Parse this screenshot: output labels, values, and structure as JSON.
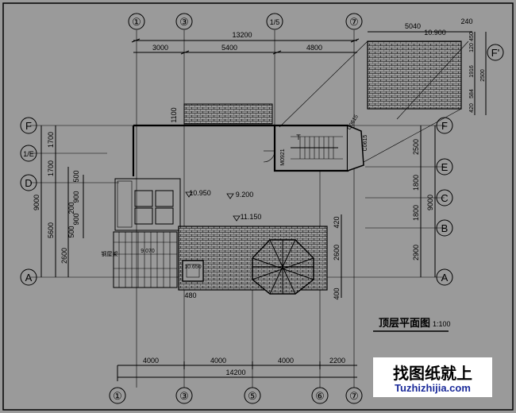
{
  "title": "顶层平面图",
  "scale": "1:100",
  "watermark": {
    "line1": "找图纸就上",
    "line2": "Tuzhizhijia.com"
  },
  "axes": {
    "top": [
      "①",
      "③",
      "1/5",
      "⑦"
    ],
    "bottom": [
      "①",
      "③",
      "⑤",
      "⑥",
      "⑦"
    ],
    "left": [
      "F",
      "1/E",
      "D",
      "A"
    ],
    "right": [
      "F",
      "E",
      "C",
      "B",
      "A",
      "F'"
    ]
  },
  "dims": {
    "top_total": "13200",
    "top_spans": [
      "3000",
      "5400",
      "4800"
    ],
    "bottom_total": "14200",
    "bottom_spans": [
      "4000",
      "4000",
      "4000",
      "2200"
    ],
    "left_outer": "9000",
    "left_spans_a": [
      "1700",
      "1700",
      "5600"
    ],
    "left_spans_b": [
      "500",
      "900",
      "200",
      "900",
      "500",
      "2600"
    ],
    "right_outer": "9000",
    "right_spans": [
      "2500",
      "1800",
      "1800",
      "2900"
    ],
    "right_inner": [
      "420",
      "2600",
      "400"
    ],
    "top_right": [
      "5040",
      "240"
    ],
    "top_right_vert": [
      "450",
      "120",
      "1916",
      "584",
      "420",
      "2500"
    ],
    "misc": [
      "1100",
      "480"
    ]
  },
  "labels": {
    "elev_10900": "10.900",
    "elev_10950": "10.950",
    "elev_9200": "9.200",
    "elev_11150": "11.150",
    "elev_9070": "9.070",
    "elev_10650": "10.650",
    "door": "M0921",
    "win1": "C0615",
    "win2": "C0615",
    "mark_t": "T",
    "note_left": "钢屋架"
  },
  "colors": {
    "background": "#9a9a9a",
    "ink": "#000000",
    "grid_white": "#ffffff",
    "watermark_blue": "#1a2a9a"
  }
}
